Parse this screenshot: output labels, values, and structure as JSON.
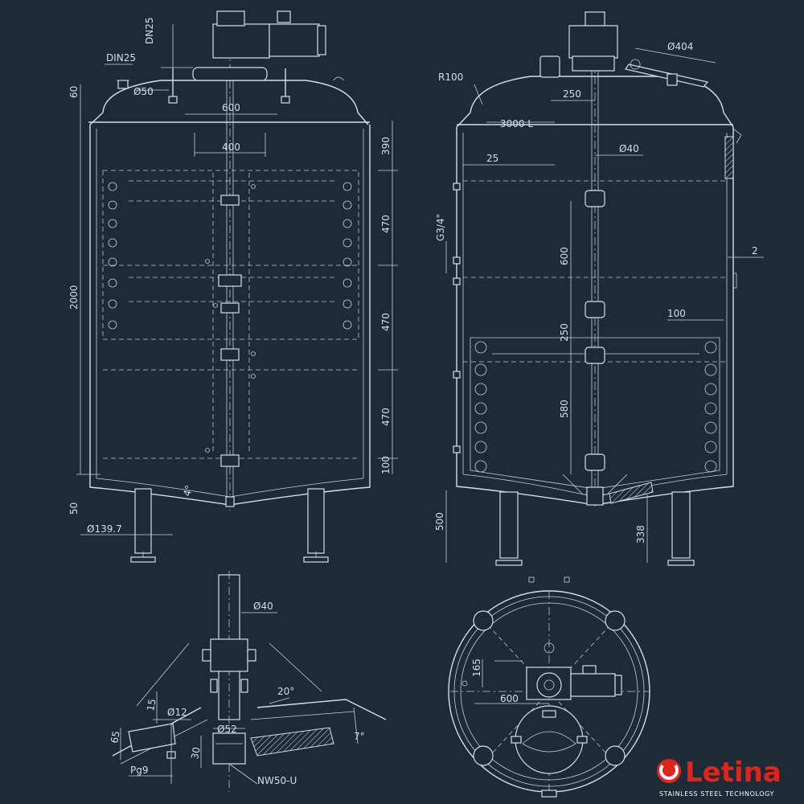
{
  "front_view": {
    "dims": {
      "dn25": "DN25",
      "din25": "DIN25",
      "d50": "Ø50",
      "top_600": "600",
      "top_400": "400",
      "h60": "60",
      "h2000": "2000",
      "h390": "390",
      "h470a": "470",
      "h470b": "470",
      "h470c": "470",
      "h100": "100",
      "h50": "50",
      "d139": "Ø139.7",
      "angle": "4°"
    }
  },
  "side_view": {
    "dims": {
      "r100": "R100",
      "w250": "250",
      "d404": "Ø404",
      "vol": "3000 L",
      "d40": "Ø40",
      "w25": "25",
      "g34": "G3/4\"",
      "h600": "600",
      "t2": "2",
      "w100": "100",
      "h250": "250",
      "h580": "580",
      "h500": "500",
      "h338": "338"
    }
  },
  "detail_view": {
    "dims": {
      "d40": "Ø40",
      "d12": "Ø12",
      "t15": "15",
      "a20": "20°",
      "h65": "65",
      "d52": "Ø52",
      "h30": "30",
      "a7": "7°",
      "pg9": "Pg9",
      "nw50": "NW50-U"
    }
  },
  "top_view": {
    "dims": {
      "h165": "165",
      "w600": "600"
    }
  },
  "logo": {
    "name": "Letina",
    "tagline": "STAINLESS STEEL TECHNOLOGY",
    "color": "#e2231a"
  },
  "colors": {
    "background": "#1d2b37",
    "linework": "#d7dde3"
  }
}
